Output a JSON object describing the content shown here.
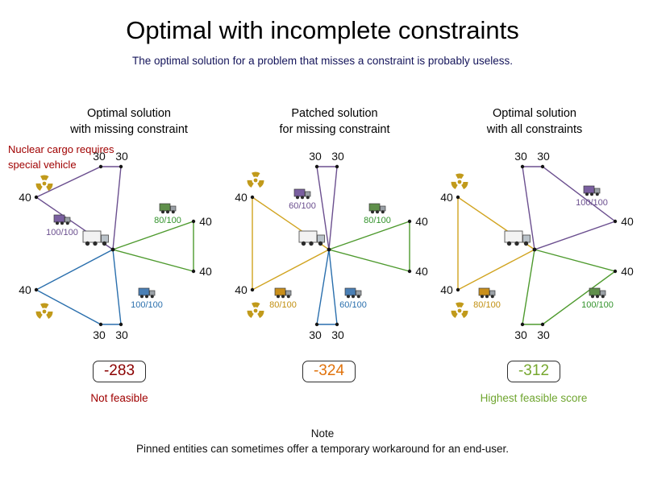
{
  "title": "Optimal with incomplete constraints",
  "subtitle": "The optimal solution for a problem that misses a constraint is probably useless.",
  "annotation": {
    "line1": "Nuclear cargo requires",
    "line2": "special vehicle"
  },
  "note": {
    "heading": "Note",
    "body": "Pinned entities can sometimes offer a temporary workaround for an end-user."
  },
  "colors": {
    "route_purple": "#6b4f8f",
    "route_green": "#4e9a2e",
    "route_blue": "#2a6fad",
    "route_orange": "#d1a420",
    "annotation_red": "#a00000",
    "score_panel1": "#8b0000",
    "score_panel2": "#e0720b",
    "score_panel3": "#76a72e",
    "radiation_gold": "#c19a1b"
  },
  "panels": [
    {
      "heading1": "Optimal solution",
      "heading2": "with missing constraint",
      "score": "-283",
      "caption": "Not feasible",
      "nodes": {
        "top1": "30",
        "top2": "30",
        "left_top": "40",
        "right_top": "40",
        "right_bottom": "40",
        "left_bottom": "40",
        "bottom1": "30",
        "bottom2": "30"
      },
      "vehicles": [
        {
          "name": "purple-vehicle",
          "capacity": "100/100"
        },
        {
          "name": "green-vehicle",
          "capacity": "80/100"
        },
        {
          "name": "blue-vehicle",
          "capacity": "100/100"
        }
      ]
    },
    {
      "heading1": "Patched solution",
      "heading2": "for missing constraint",
      "score": "-324",
      "caption": "",
      "nodes": {
        "top1": "30",
        "top2": "30",
        "left_top": "40",
        "right_top": "40",
        "right_bottom": "40",
        "left_bottom": "40",
        "bottom1": "30",
        "bottom2": "30"
      },
      "vehicles": [
        {
          "name": "purple-vehicle",
          "capacity": "60/100"
        },
        {
          "name": "green-vehicle",
          "capacity": "80/100"
        },
        {
          "name": "orange-vehicle",
          "capacity": "80/100"
        },
        {
          "name": "blue-vehicle",
          "capacity": "60/100"
        }
      ]
    },
    {
      "heading1": "Optimal solution",
      "heading2": "with all constraints",
      "score": "-312",
      "caption": "Highest feasible score",
      "nodes": {
        "top1": "30",
        "top2": "30",
        "left_top": "40",
        "right_top": "40",
        "right_bottom": "40",
        "left_bottom": "40",
        "bottom1": "30",
        "bottom2": "30"
      },
      "vehicles": [
        {
          "name": "purple-vehicle",
          "capacity": "100/100"
        },
        {
          "name": "orange-vehicle",
          "capacity": "80/100"
        },
        {
          "name": "green-vehicle",
          "capacity": "100/100"
        }
      ]
    }
  ]
}
